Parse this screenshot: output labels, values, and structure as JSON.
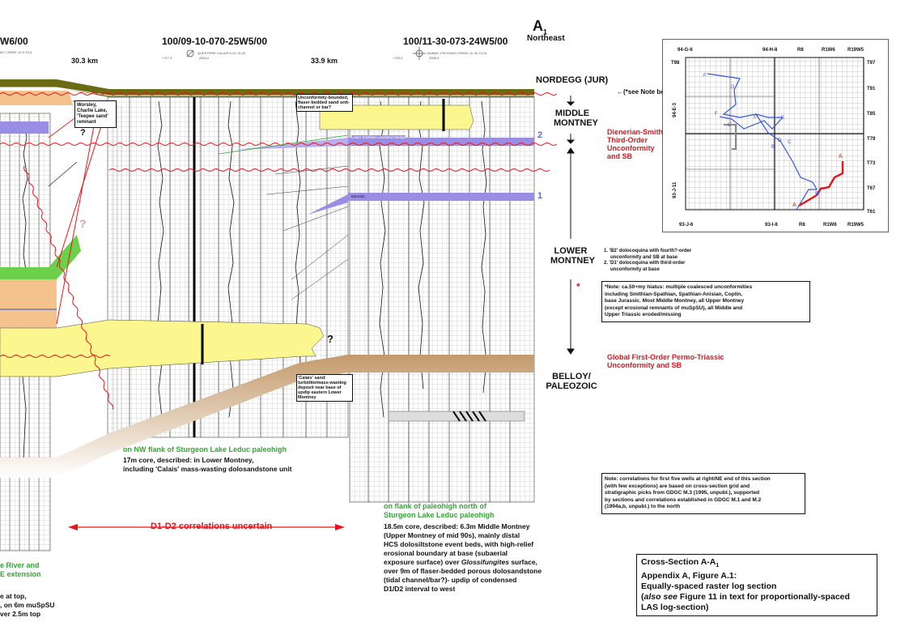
{
  "header": {
    "a1_label": "A",
    "a1_sub": "1",
    "a1_direction": "Northeast",
    "well_left_partial": "W6/00",
    "well_left_header": "MY CREEK 10-0-70-0",
    "well_mid": "100/09-10-070-25W5/00",
    "well_mid_header": "QUESTFIRE CALAIS 9-10-70-25",
    "well_mid_kb": "+717.3",
    "well_mid_td": "2654.0",
    "well_right": "100/11-30-073-24W5/00",
    "well_right_header": "NUMAC CROOKED CREEK 11-30-73-24",
    "well_right_kb": "+723.0",
    "well_right_td": "2555.0",
    "dist_1": "30.3 km",
    "dist_2": "33.9 km"
  },
  "units": {
    "nordegg": "NORDEGG (JUR)",
    "see_note": "←(*see Note below)",
    "middle_montney_1": "MIDDLE",
    "middle_montney_2": "MONTNEY",
    "lower_montney_1": "LOWER",
    "lower_montney_2": "MONTNEY",
    "belloy_1": "BELLOY/",
    "belloy_2": "PALEOZOIC",
    "marker_2": "2",
    "marker_1": "1",
    "asterisk": "*",
    "question": "?"
  },
  "boundaries": {
    "dienerian_1": "Dienerian-Smithian",
    "dienerian_2": "Third-Order",
    "dienerian_3": "Unconformity",
    "dienerian_4": "and SB",
    "global_1": "Global First-Order Permo-Triassic",
    "global_2": "Unconformity and SB"
  },
  "callouts": {
    "worsley_1": "Worsley,",
    "worsley_2": "Charlie Lake,",
    "worsley_3": "'Teepee sand'",
    "worsley_4": "remnant",
    "unconf_1": "Unconformity-bounded,",
    "unconf_2": "flaser-bedded sand unit-",
    "unconf_3": "channel or bar?",
    "calais_1": "'Calais' sand:",
    "calais_2": "turbidite/mass-wasting",
    "calais_3": "deposit near base of",
    "calais_4": "updip eastern Lower",
    "calais_5": "Montney",
    "lower_wedge": "Lower Smithian Lowstand Wedge",
    "mont_b1": "Mont B1"
  },
  "notes": {
    "b2_1": "1. 'B2' dolocoquina with fourth?-order",
    "b2_2": "unconformity and SB at base",
    "d1_1": "2. 'D1' dolocoquina with third-order",
    "d1_2": "unconformity at base",
    "hiatus_1": "*Note: ca.50+my hiatus: multiple coalesced unconformities",
    "hiatus_2": "including Smithian-Spathian, Spathian-Anisian, Coplin,",
    "hiatus_3": "base Jurassic. Most Middle Montney, all Upper Montney",
    "hiatus_4": "(except erosional remnants of muSpSU), all Middle and",
    "hiatus_5": "Upper Triassic eroded/missing",
    "corr_1": "Note: correlations for first five wells at right/NE end of this section",
    "corr_2": "(with few exceptions) are based on cross-section grid and",
    "corr_3": "stratigraphic picks from GDGC M.3 (1995, unpubl.), supported",
    "corr_4": "by sections and correlations established in GDGC M.1 and M.2",
    "corr_5": "(1994a,b, unpubl.) to the north"
  },
  "cores": {
    "mid_title": "on NW flank of Sturgeon Lake Leduc paleohigh",
    "mid_1": "17m core, described: in Lower Montney,",
    "mid_2": "including 'Calais' mass-wasting dolosandstone unit",
    "right_title_1": "on flank of paleohigh north of",
    "right_title_2": "Sturgeon Lake Leduc paleohigh",
    "right_1": "18.5m core, described: 6.3m Middle Montney",
    "right_2": "(Upper Montney of mid 90s), mainly distal",
    "right_3": "HCS dolosiltstone event beds, with high-relief",
    "right_4": "erosional boundary at base (subaerial",
    "right_5": "exposure surface) over ",
    "right_5i": "Glossifungites",
    "right_5b": " surface,",
    "right_6": "over 9m of flaser-bedded porous dolosandstone",
    "right_7": "(tidal channel/bar?)- updip of condensed",
    "right_8": "D1/D2 interval to west",
    "left_green_1": "e River and",
    "left_green_2": "E extension",
    "left_1": "e at top,",
    "left_2": ", on 6m muSpSU",
    "left_3": "ver 2.5m top"
  },
  "d1d2": "D1-D2 correlations uncertain",
  "title_box": {
    "line1": "Cross-Section A-A",
    "line1_sub": "1",
    "line2": "Appendix A, Figure A.1:",
    "line3": "Equally-spaced raster log section",
    "line4a": "(",
    "line4i": "also see",
    "line4b": " Figure 11 in text for proportionally-spaced",
    "line5": "LAS log-section)"
  },
  "map": {
    "top_labels": [
      "94-G-6",
      "94-H-8",
      "R8",
      "R1W6",
      "R19W5"
    ],
    "bottom_labels": [
      "93-J-6",
      "93-I-8",
      "R8",
      "R1W6",
      "R19W5"
    ],
    "right_labels": [
      "T97",
      "T91",
      "T85",
      "T79",
      "T73",
      "T67",
      "T61"
    ],
    "left_top": "T98",
    "left_mid": "94-E-3",
    "left_low": "93-J-11",
    "points": [
      "F",
      "D",
      "F",
      "E",
      "E",
      "C",
      "D",
      "B",
      "C",
      "A",
      "A",
      "B"
    ],
    "a1": "A"
  },
  "colors": {
    "nordegg": "#6b6b14",
    "yellow": "#fbf68e",
    "purple": "#9a8de6",
    "green": "#6cd04a",
    "orange": "#f4c28c",
    "brown": "#c8a070",
    "red": "#e8141a",
    "blue": "#3455e0"
  }
}
